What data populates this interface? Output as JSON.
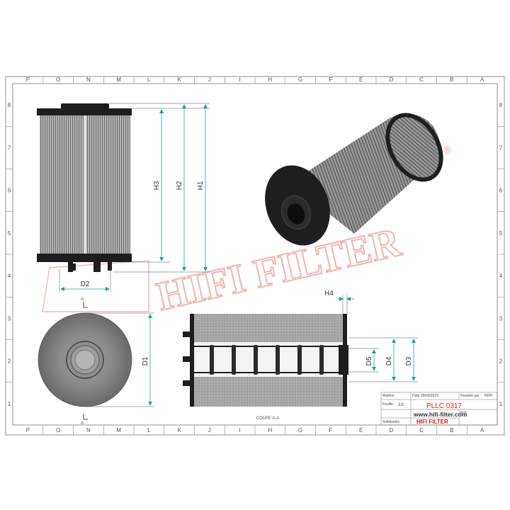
{
  "ruler": {
    "letters": [
      "P",
      "O",
      "N",
      "M",
      "L",
      "K",
      "J",
      "I",
      "H",
      "G",
      "F",
      "E",
      "D",
      "C",
      "B",
      "A"
    ],
    "numbers": [
      "8",
      "7",
      "6",
      "5",
      "4",
      "3",
      "2",
      "1"
    ]
  },
  "dimensions": {
    "h1": "H1",
    "h2": "H2",
    "h3": "H3",
    "d1": "D1",
    "d2": "D2",
    "d3": "D3",
    "d4": "D4",
    "d5": "D5",
    "h4": "H4"
  },
  "section": {
    "marker": "A",
    "caption": "COUPE A-A"
  },
  "watermark": {
    "text": "HIFI FILTER",
    "registered": "®"
  },
  "title_block": {
    "matiere_label": "Matière",
    "date_label": "Date",
    "date_value": "09/03/2023",
    "dessine_label": "Dessiné par :",
    "dessine_value": "NDR",
    "feuille_label": "Feuille",
    "feuille_value": "1/1",
    "solidworks": "Solidworks",
    "part_number": "PLLC  0317",
    "url": "www.hifi-filter.com",
    "brand": "HIFI FILTER",
    "ech_label": "Ech"
  },
  "colors": {
    "accent": "#1aa39a",
    "brand_red": "#d42020",
    "body_dark": "#1e1e1e",
    "pleat_gray": "#8a8a8a"
  }
}
